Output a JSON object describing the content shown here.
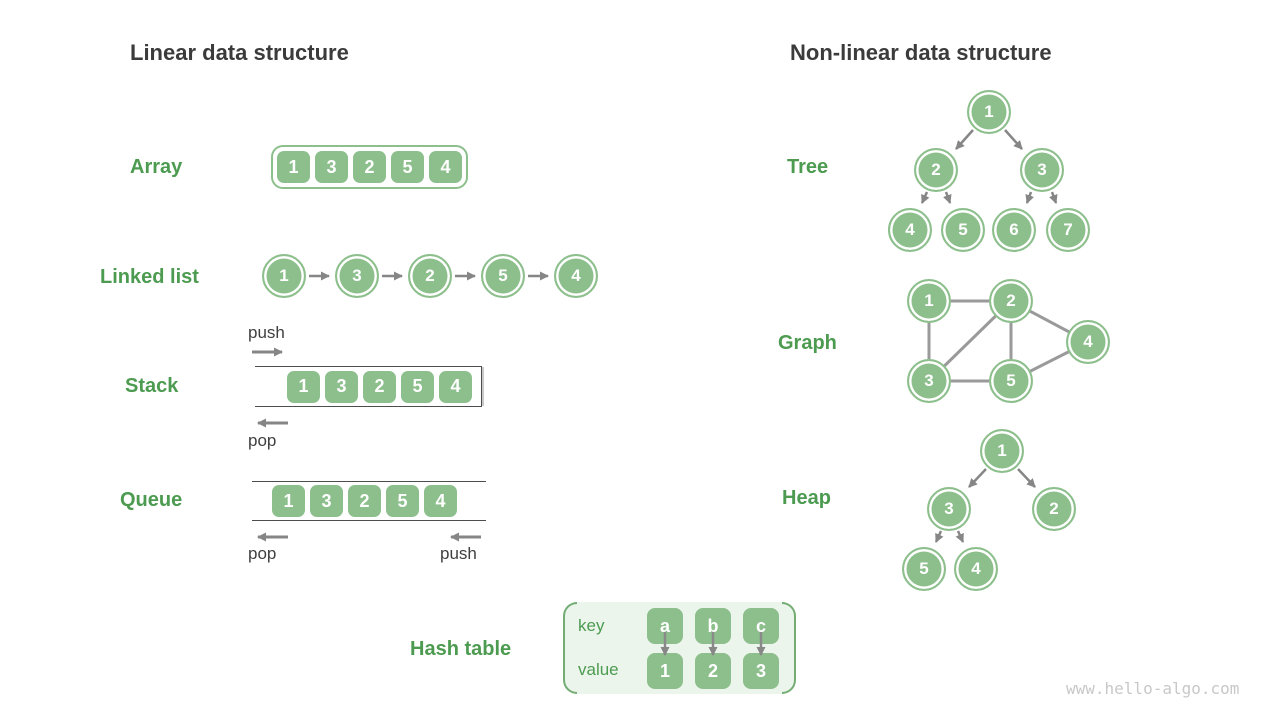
{
  "colors": {
    "node_green": "#8cbf8c",
    "label_green": "#4c9b50",
    "header_dark": "#3b3b3b",
    "arrow_gray": "#868686",
    "edge_gray": "#9a9a9a",
    "hash_bg": "#ecf5ec",
    "watermark_gray": "#c8c8c8"
  },
  "linear": {
    "title": "Linear data structure",
    "array": {
      "label": "Array",
      "values": [
        "1",
        "3",
        "2",
        "5",
        "4"
      ]
    },
    "linked_list": {
      "label": "Linked list",
      "values": [
        "1",
        "3",
        "2",
        "5",
        "4"
      ]
    },
    "stack": {
      "label": "Stack",
      "values": [
        "1",
        "3",
        "2",
        "5",
        "4"
      ],
      "push": "push",
      "pop": "pop"
    },
    "queue": {
      "label": "Queue",
      "values": [
        "1",
        "3",
        "2",
        "5",
        "4"
      ],
      "push": "push",
      "pop": "pop"
    },
    "hash_table": {
      "label": "Hash table",
      "key_row_label": "key",
      "value_row_label": "value",
      "keys": [
        "a",
        "b",
        "c"
      ],
      "values": [
        "1",
        "2",
        "3"
      ]
    }
  },
  "nonlinear": {
    "title": "Non-linear data structure",
    "tree": {
      "label": "Tree",
      "nodes": [
        "1",
        "2",
        "3",
        "4",
        "5",
        "6",
        "7"
      ],
      "edges": [
        [
          "1",
          "2"
        ],
        [
          "1",
          "3"
        ],
        [
          "2",
          "4"
        ],
        [
          "2",
          "5"
        ],
        [
          "3",
          "6"
        ],
        [
          "3",
          "7"
        ]
      ]
    },
    "graph": {
      "label": "Graph",
      "nodes": [
        "1",
        "2",
        "3",
        "4",
        "5"
      ],
      "edges": [
        [
          "1",
          "2"
        ],
        [
          "1",
          "3"
        ],
        [
          "2",
          "3"
        ],
        [
          "2",
          "5"
        ],
        [
          "2",
          "4"
        ],
        [
          "3",
          "5"
        ],
        [
          "5",
          "4"
        ]
      ]
    },
    "heap": {
      "label": "Heap",
      "nodes": [
        "1",
        "3",
        "2",
        "5",
        "4"
      ],
      "edges": [
        [
          "1",
          "3"
        ],
        [
          "1",
          "2"
        ],
        [
          "3",
          "5"
        ],
        [
          "3",
          "4"
        ]
      ]
    }
  },
  "watermark": "www.hello-algo.com"
}
